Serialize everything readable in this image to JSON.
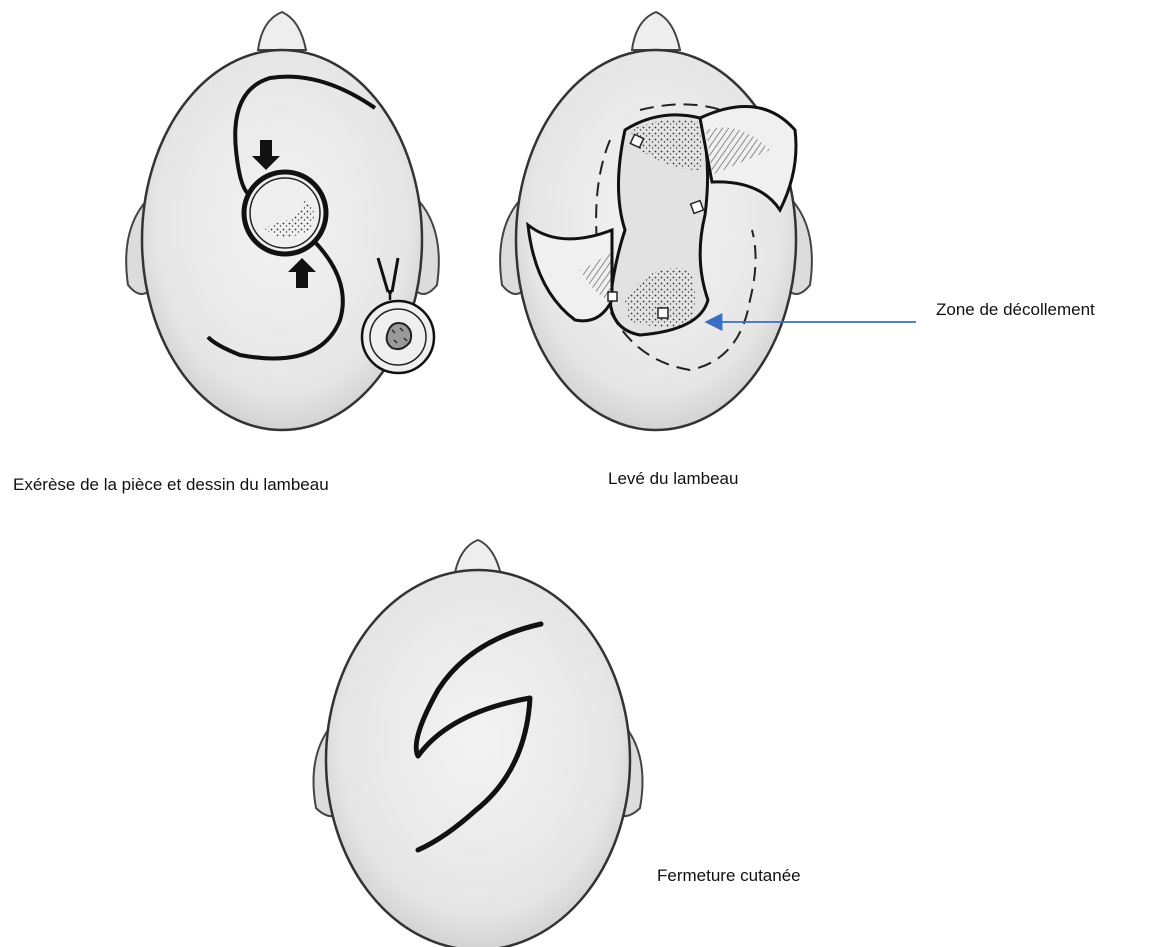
{
  "captions": {
    "step1": "Exérèse de la pièce et dessin du lambeau",
    "step2": "Levé du lambeau",
    "zone": "Zone de décollement",
    "step3": "Fermeture cutanée"
  },
  "colors": {
    "skin": "#ebebeb",
    "outline": "#1a1a1a",
    "pointer": "#3b6fc4"
  }
}
